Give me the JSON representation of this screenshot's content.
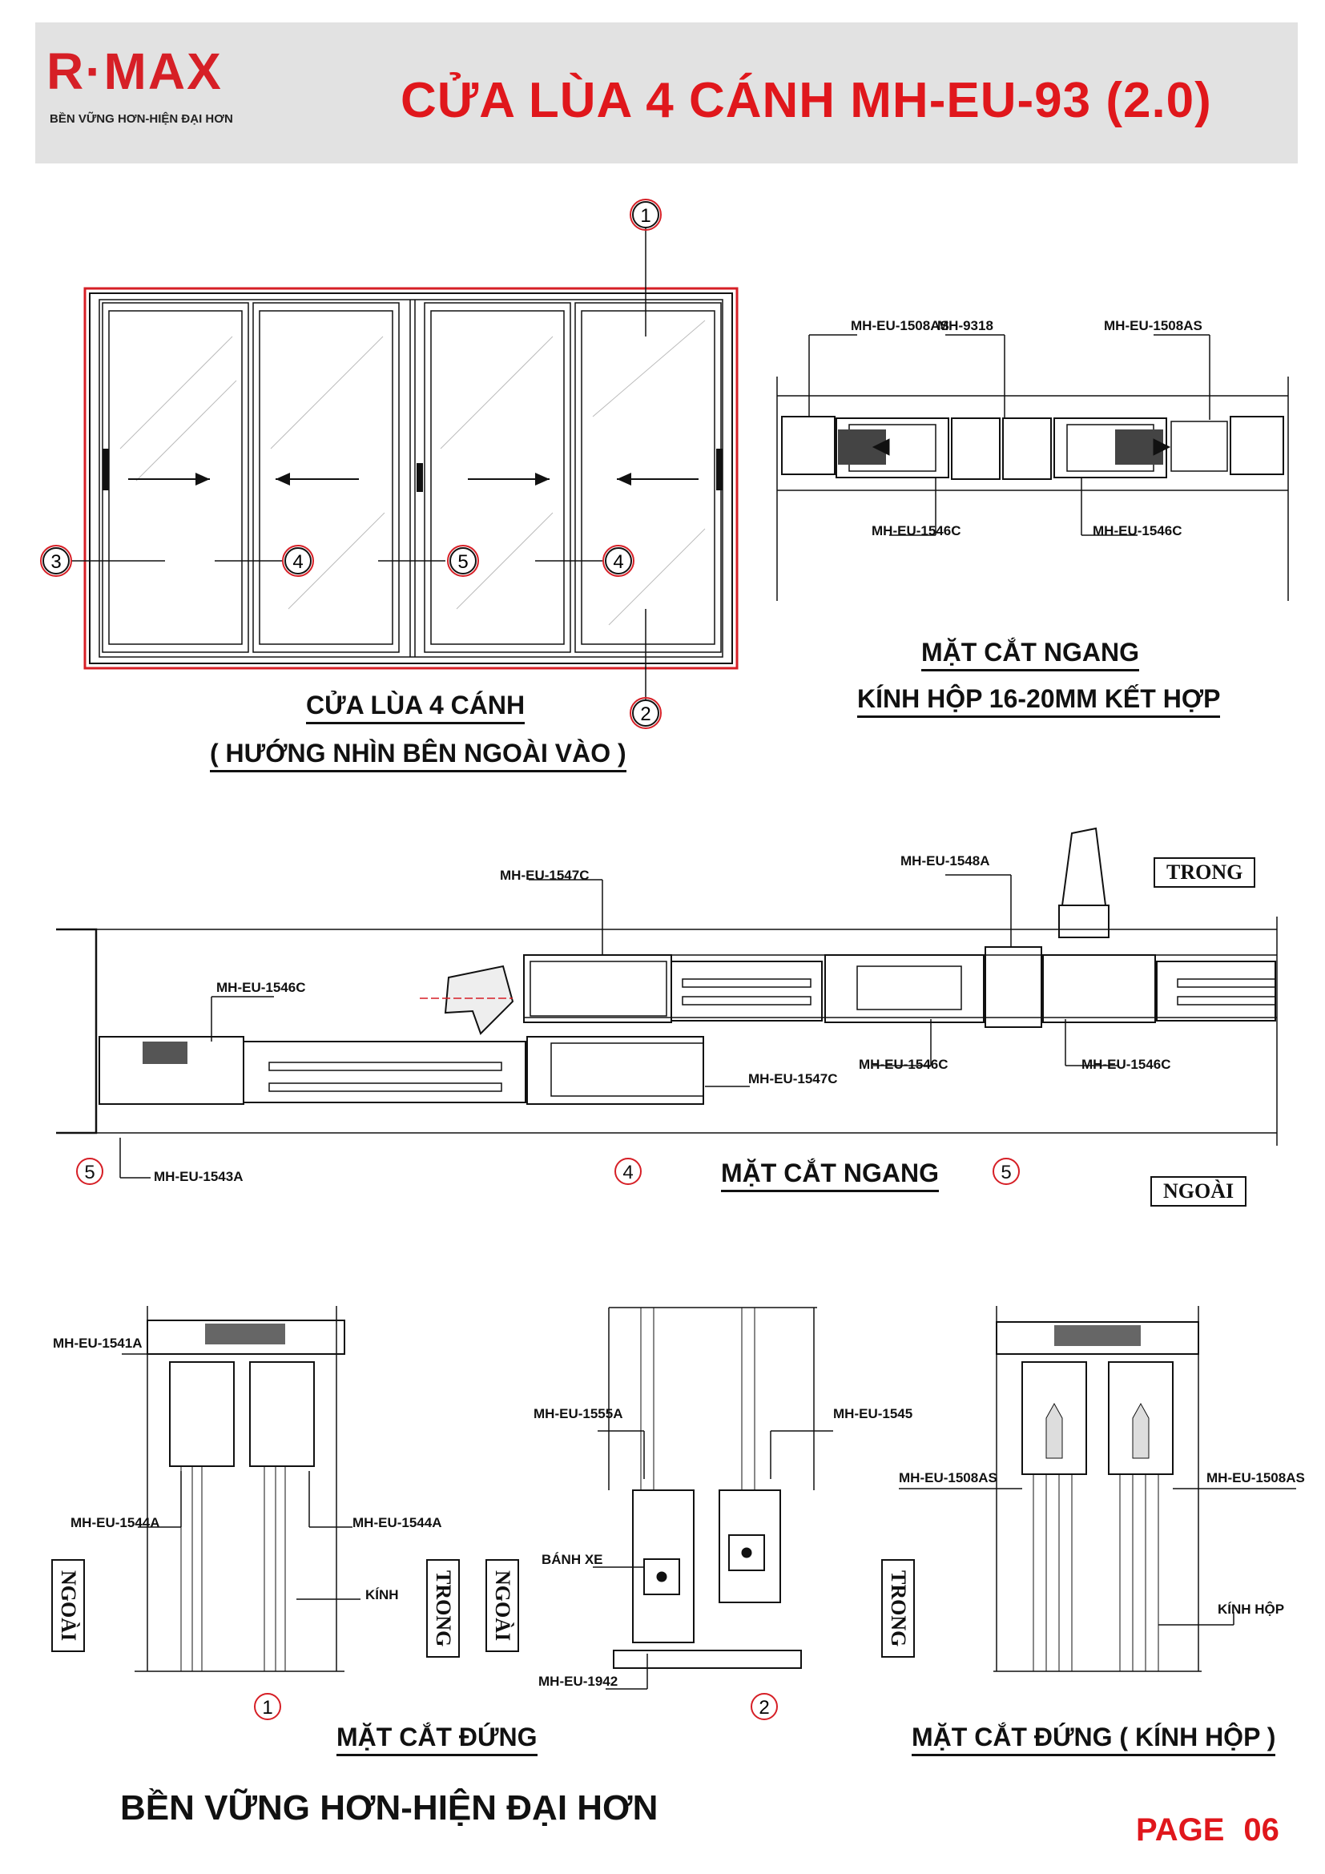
{
  "header": {
    "logo_text": "R·MAX",
    "logo_tagline": "BỀN VỮNG HƠN-HIỆN ĐẠI HƠN",
    "title": "CỬA LÙA 4 CÁNH MH-EU-93 (2.0)"
  },
  "elevation": {
    "caption_1": "CỬA LÙA 4 CÁNH",
    "caption_2": "( HƯỚNG NHÌN BÊN NGOÀI VÀO )",
    "markers": [
      "1",
      "2",
      "3",
      "4",
      "5",
      "4"
    ]
  },
  "section_top_right": {
    "labels": [
      "MH-EU-1508AS",
      "MH-9318",
      "MH-EU-1508AS",
      "MH-EU-1546C",
      "MH-EU-1546C"
    ],
    "caption_1": "MẶT CẮT NGANG",
    "caption_2": "KÍNH HỘP 16-20MM KẾT HỢP"
  },
  "section_middle": {
    "labels": [
      "MH-EU-1547C",
      "MH-EU-1548A",
      "MH-EU-1546C",
      "MH-EU-1547C",
      "MH-EU-1546C",
      "MH-EU-1546C",
      "MH-EU-1543A"
    ],
    "markers": [
      "5",
      "4",
      "5"
    ],
    "caption": "MẶT CẮT NGANG",
    "inside_label": "TRONG",
    "outside_label": "NGOÀI"
  },
  "section_bottom": {
    "left_labels": [
      "MH-EU-1541A",
      "MH-EU-1544A",
      "MH-EU-1544A",
      "KÍNH"
    ],
    "middle_labels": [
      "MH-EU-1555A",
      "MH-EU-1545",
      "BÁNH XE",
      "MH-EU-1942"
    ],
    "right_labels": [
      "MH-EU-1508AS",
      "MH-EU-1508AS",
      "KÍNH HỘP"
    ],
    "markers": [
      "1",
      "2"
    ],
    "side_labels": [
      "NGOÀI",
      "TRONG",
      "NGOÀI",
      "TRONG"
    ],
    "caption_left": "MẶT CẮT ĐỨNG",
    "caption_right": "MẶT CẮT ĐỨNG ( KÍNH HỘP )"
  },
  "footer": {
    "slogan": "BỀN VỮNG HƠN-HIỆN ĐẠI HƠN",
    "page_label": "PAGE",
    "page_number": "06"
  },
  "colors": {
    "brand_red": "#e0171c",
    "header_bg": "#e2e2e2"
  }
}
